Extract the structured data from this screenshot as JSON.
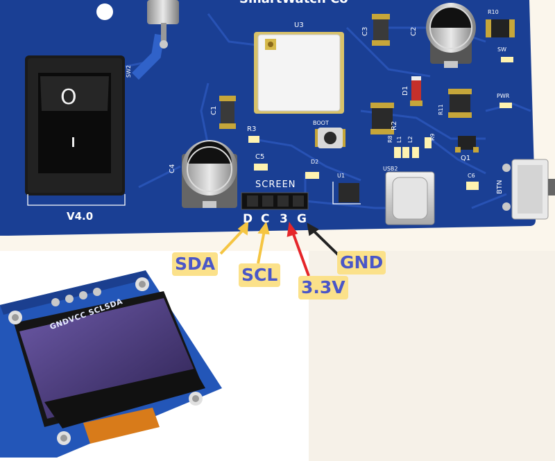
{
  "board": {
    "title_partial": "SmartWatch Co",
    "version": "V4.0",
    "header_label": "SCREEN",
    "pin_letters": [
      "D",
      "C",
      "3",
      "G"
    ],
    "components": {
      "u3": "U3",
      "c3": "C3",
      "c2": "C2",
      "r10": "R10",
      "sw": "SW",
      "sw2": "SW2",
      "d1": "D1",
      "pwr": "PWR",
      "r11": "R11",
      "c1": "C1",
      "r3": "R3",
      "boot": "BOOT",
      "r2": "R2",
      "r8": "R8",
      "l1": "L1",
      "l2": "L2",
      "r9": "R9",
      "c4": "C4",
      "c5": "C5",
      "d2": "D2",
      "u1": "U1",
      "usb2": "USB2",
      "q1": "Q1",
      "c6": "C6",
      "btn": "BTN"
    },
    "switch_symbols": {
      "on": "O",
      "off": "I"
    }
  },
  "wires": {
    "sda": {
      "label": "SDA",
      "color": "#f5c542"
    },
    "scl": {
      "label": "SCL",
      "color": "#f5c542"
    },
    "vcc": {
      "label": "3.3V",
      "color": "#e5262a"
    },
    "gnd": {
      "label": "GND",
      "color": "#222222"
    }
  },
  "oled": {
    "pin_labels": "GNDVCC SCLSDA"
  },
  "colors": {
    "pcb": "#1a3f94",
    "label_bg": "#fbe18a",
    "label_text": "#4a56c8"
  }
}
